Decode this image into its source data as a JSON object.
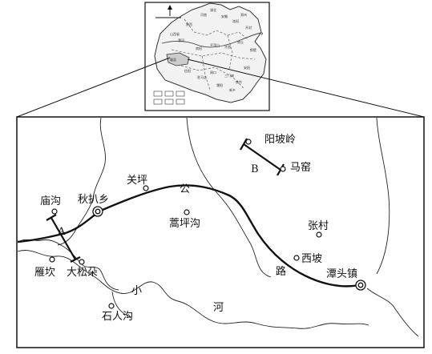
{
  "places": {
    "yangpoling": "阳坡岭",
    "mayao": "马窑",
    "guanping": "关坪",
    "miaogou": "庙沟",
    "qiubaxiang": "秋扒乡",
    "haopinggou": "蒿坪沟",
    "zhangcun": "张村",
    "xipo": "西坡",
    "yankan": "雁坎",
    "dasongduo": "大松朵",
    "shirengou": "石人沟",
    "tantouzhen": "潭头镇"
  },
  "road_label": [
    "公",
    "路"
  ],
  "river_label": [
    "小",
    "河"
  ],
  "profiles": {
    "a": "A",
    "b": "B"
  },
  "inset": {
    "county_label": "嵩县",
    "names": [
      "山西省",
      "陕西",
      "河南",
      "湖北",
      "安徽",
      "洛阳",
      "郑州",
      "开封",
      "商丘",
      "许昌",
      "平顶山",
      "南阳",
      "信阳",
      "驻马店",
      "周口",
      "三门峡",
      "焦作",
      "新乡",
      "濮阳",
      "安阳",
      "鹤壁",
      "漯河"
    ]
  }
}
